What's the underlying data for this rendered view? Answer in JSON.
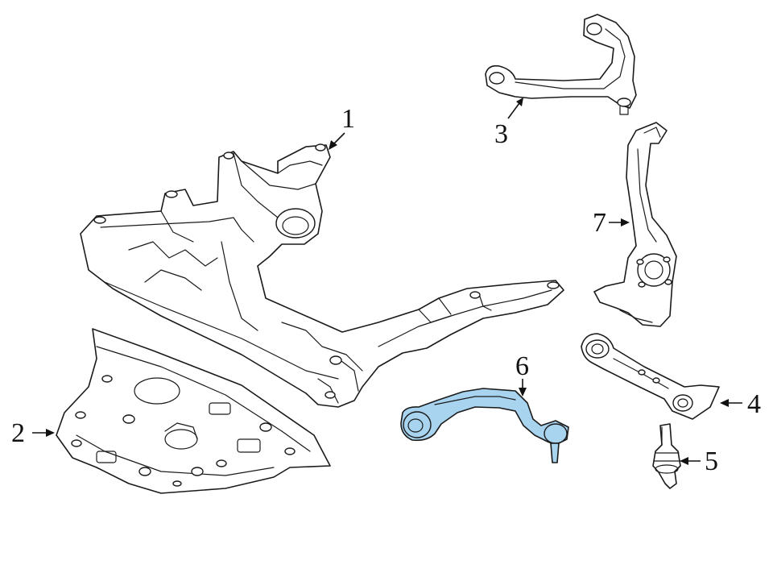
{
  "diagram": {
    "highlight_color": "#a9d4ef",
    "outline_color": "#1a1a1a",
    "callouts": [
      {
        "id": "c1",
        "label": "1"
      },
      {
        "id": "c2",
        "label": "2"
      },
      {
        "id": "c3",
        "label": "3"
      },
      {
        "id": "c4",
        "label": "4"
      },
      {
        "id": "c5",
        "label": "5"
      },
      {
        "id": "c6",
        "label": "6"
      },
      {
        "id": "c7",
        "label": "7"
      }
    ]
  }
}
